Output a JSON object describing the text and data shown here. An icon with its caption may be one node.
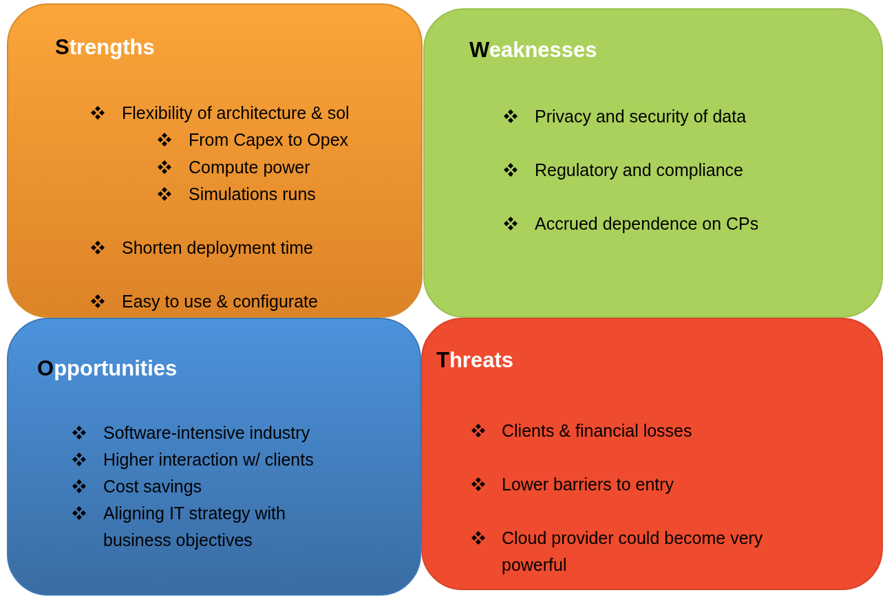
{
  "diagram": {
    "nodes": [
      {
        "text": [
          "Strengths",
          "Flexibility of architecture & sol",
          "From Capex to Opex",
          "Compute power",
          "Simulations runs",
          "Shorten deployment time",
          "Easy to use & configurate"
        ]
      },
      {
        "text": [
          "Weaknesses",
          "Privacy and security of data",
          "Regulatory and compliance",
          "Accrued dependence on CPs"
        ]
      },
      {
        "text": [
          "Opportunities",
          "Software-intensive industry",
          "Higher interaction w/ clients",
          "Cost savings",
          "Aligning IT strategy with business objectives"
        ]
      },
      {
        "text": [
          "Threats",
          "Clients & financial losses",
          "Lower barriers to entry",
          "Cloud provider could become very powerful"
        ]
      }
    ]
  }
}
